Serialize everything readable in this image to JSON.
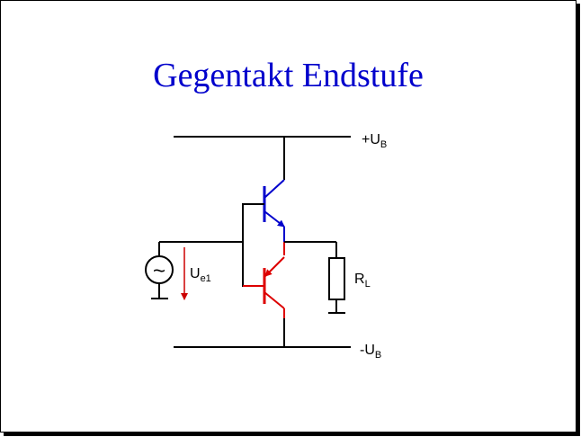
{
  "title": "Gegentakt Endstufe",
  "labels": {
    "supply_pos": "+U",
    "supply_pos_sub": "B",
    "supply_neg": "-U",
    "supply_neg_sub": "B",
    "input_voltage": "U",
    "input_voltage_sub": "e1",
    "load": "R",
    "load_sub": "L",
    "source_symbol": "~"
  },
  "colors": {
    "title": "#0000cc",
    "npn_transistor": "#0000cc",
    "pnp_transistor": "#dd0000",
    "voltage_arrow": "#cc0000",
    "wires": "#000000"
  }
}
